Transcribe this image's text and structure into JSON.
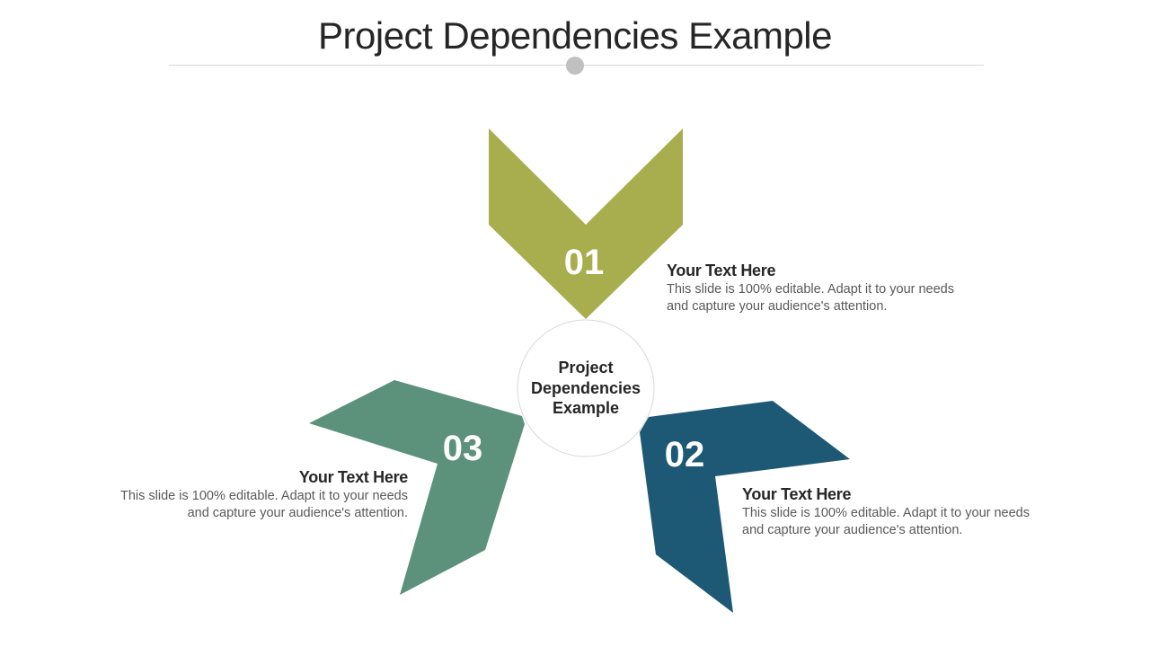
{
  "slide": {
    "title": "Project Dependencies Example",
    "center_label": "Project Dependencies Example",
    "colors": {
      "item_01": "#a8ad4d",
      "item_02": "#1d5874",
      "item_03": "#5c917b",
      "title_text": "#262626",
      "body_text": "#595959",
      "rule": "#d9d9d9",
      "dot": "#c0c0c0"
    },
    "items": [
      {
        "number": "01",
        "heading": "Your Text Here",
        "body": "This slide is 100% editable. Adapt it to your needs and capture your audience's attention."
      },
      {
        "number": "02",
        "heading": "Your Text Here",
        "body": "This slide is 100% editable. Adapt it to your needs and capture your audience's attention."
      },
      {
        "number": "03",
        "heading": "Your Text Here",
        "body": "This slide is 100% editable. Adapt it to your needs and capture your audience's attention."
      }
    ]
  }
}
